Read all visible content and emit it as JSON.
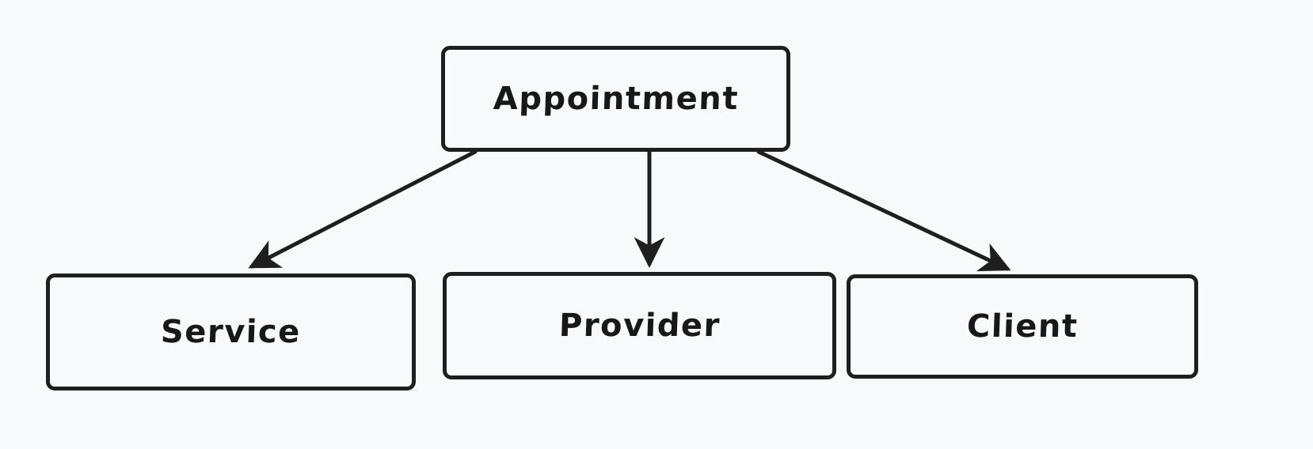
{
  "diagram": {
    "type": "flowchart",
    "direction": "top-down",
    "background_color": "#f7f9fb",
    "stroke_color": "#1f1f20",
    "node_fill_color": "#f8f9fb",
    "label_color": "#18181a",
    "nodes": [
      {
        "id": "appointment",
        "label": "Appointment"
      },
      {
        "id": "service",
        "label": "Service"
      },
      {
        "id": "provider",
        "label": "Provider"
      },
      {
        "id": "client",
        "label": "Client"
      }
    ],
    "edges": [
      {
        "id": "appointment-to-service",
        "from": "Appointment",
        "to": "Service",
        "label": "",
        "arrowhead": "filled-triangle"
      },
      {
        "id": "appointment-to-provider",
        "from": "Appointment",
        "to": "Provider",
        "label": "",
        "arrowhead": "filled-triangle"
      },
      {
        "id": "appointment-to-client",
        "from": "Appointment",
        "to": "Client",
        "label": "",
        "arrowhead": "filled-triangle"
      }
    ]
  }
}
